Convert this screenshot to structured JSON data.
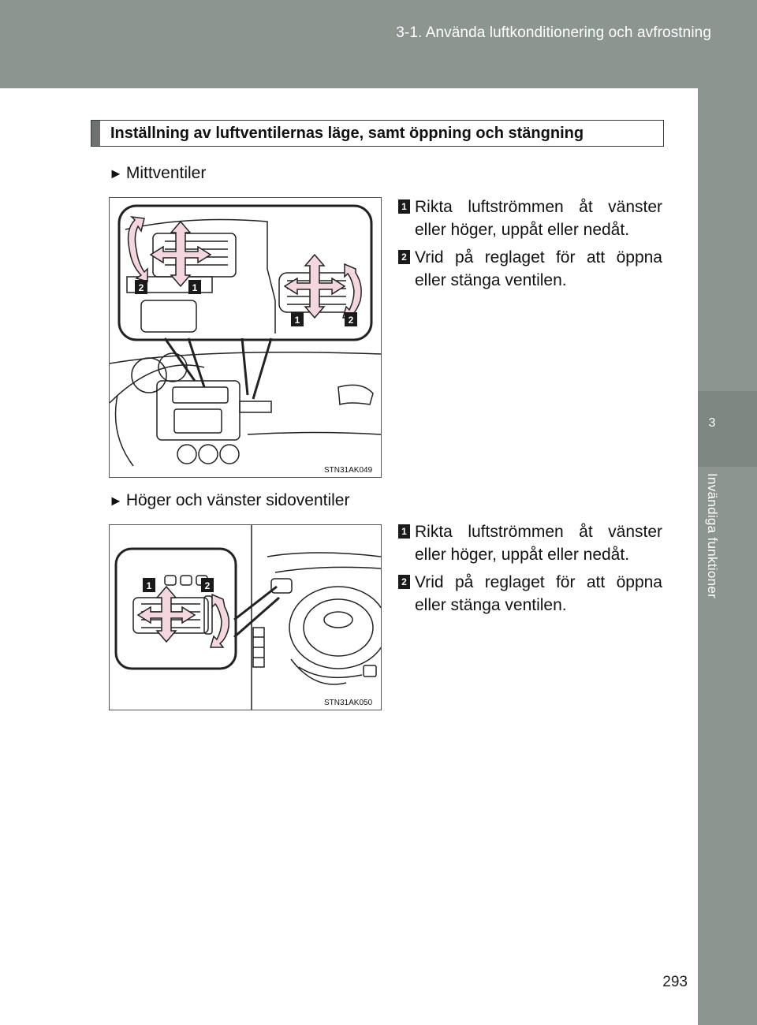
{
  "header": {
    "running_head": "3-1. Använda luftkonditionering och avfrostning"
  },
  "side_tab": {
    "chapter_number": "3",
    "chapter_title": "Invändiga funktioner"
  },
  "section": {
    "title": "Inställning av luftventilernas läge, samt öppning och stängning"
  },
  "blocks": [
    {
      "heading_marker": "►",
      "heading": "Mittventiler",
      "figure_code": "STN31AK049",
      "steps": [
        {
          "badge": "1",
          "text": "Rikta luftströmmen åt vänster eller höger, uppåt eller nedåt."
        },
        {
          "badge": "2",
          "text": "Vrid på reglaget för att öppna eller stänga ventilen."
        }
      ],
      "callouts": [
        "2",
        "1",
        "1",
        "2"
      ]
    },
    {
      "heading_marker": "►",
      "heading": "Höger och vänster sidoventiler",
      "figure_code": "STN31AK050",
      "steps": [
        {
          "badge": "1",
          "text": "Rikta luftströmmen åt vänster eller höger, uppåt eller nedåt."
        },
        {
          "badge": "2",
          "text": "Vrid på reglaget för att öppna eller stänga ventilen."
        }
      ],
      "callouts": [
        "1",
        "2"
      ]
    }
  ],
  "footer": {
    "page_number": "293"
  }
}
